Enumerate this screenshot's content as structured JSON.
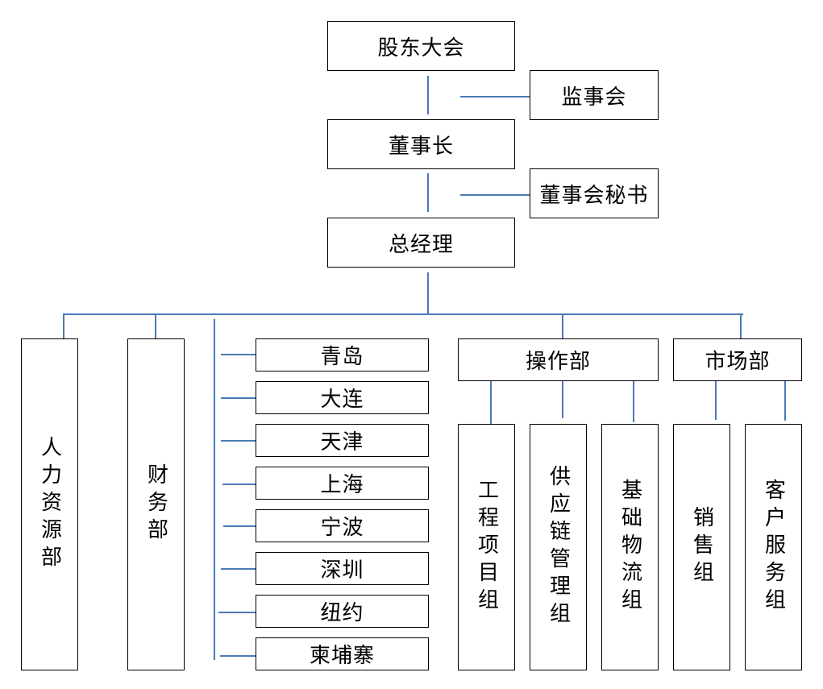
{
  "nodes": {
    "shareholders": "股东大会",
    "supervisors": "监事会",
    "chairman": "董事长",
    "board_secretary": "董事会秘书",
    "general_manager": "总经理",
    "hr": "人力资源部",
    "finance": "财务部",
    "operations": "操作部",
    "marketing": "市场部",
    "engineering": "工程项目组",
    "supply_chain": "供应链管理组",
    "logistics": "基础物流组",
    "sales": "销售组",
    "customer_service": "客户服务组"
  },
  "branches": [
    "青岛",
    "大连",
    "天津",
    "上海",
    "宁波",
    "深圳",
    "纽约",
    "柬埔寨"
  ],
  "colors": {
    "connector": "#4a7ab5",
    "border": "#000000"
  }
}
